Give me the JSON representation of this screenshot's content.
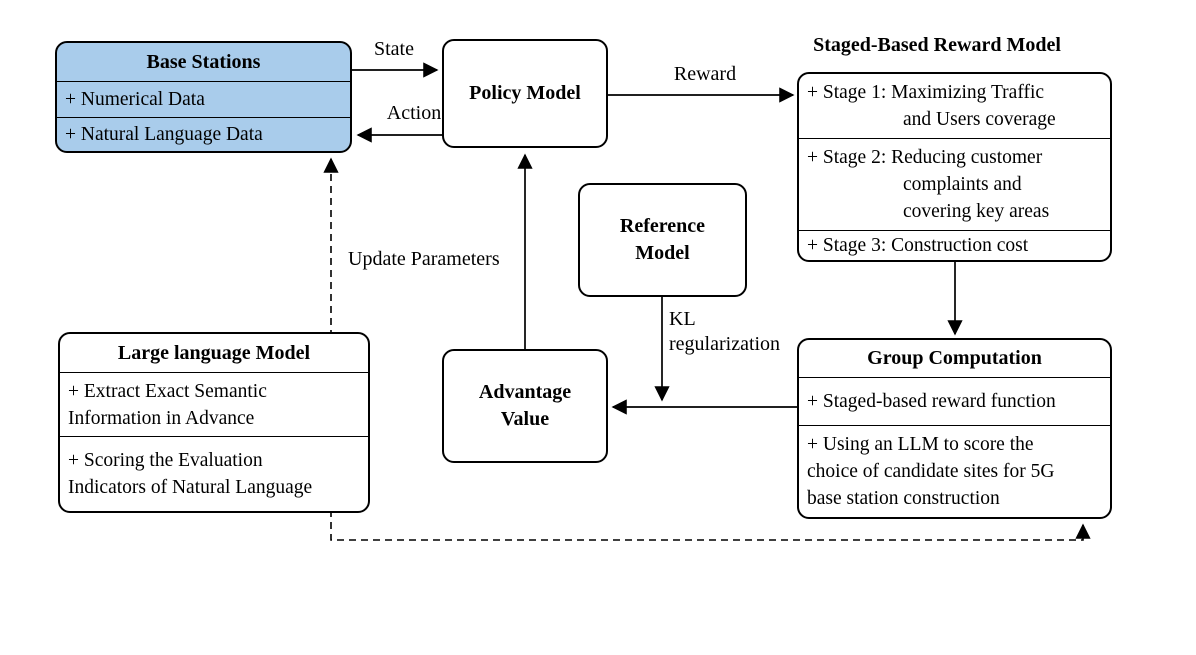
{
  "colors": {
    "base_stations_fill": "#a9cceb",
    "line": "#000000",
    "background": "#ffffff"
  },
  "nodes": {
    "base_stations": {
      "title": "Base Stations",
      "rows": [
        "+ Numerical Data",
        "+ Natural Language Data"
      ]
    },
    "policy_model": {
      "title": "Policy Model"
    },
    "staged_reward_model": {
      "title": "Staged-Based Reward Model",
      "rows": [
        "+ Stage 1: Maximizing Traffic\nand Users coverage",
        "+ Stage 2: Reducing customer\ncomplaints and\ncovering key areas",
        "+ Stage 3: Construction cost"
      ]
    },
    "reference_model": {
      "title": "Reference\nModel"
    },
    "advantage_value": {
      "title": "Advantage\nValue"
    },
    "group_computation": {
      "title": "Group Computation",
      "rows": [
        "+ Staged-based reward function",
        "+ Using an LLM to score the\nchoice of candidate sites for 5G\nbase station construction"
      ]
    },
    "large_language_model": {
      "title": "Large language Model",
      "rows": [
        "+ Extract Exact Semantic\nInformation in Advance",
        "+ Scoring the Evaluation\nIndicators of Natural Language"
      ]
    }
  },
  "edge_labels": {
    "state": "State",
    "action": "Action",
    "reward": "Reward",
    "update_parameters": "Update Parameters",
    "kl_regularization": "KL\nregularization"
  }
}
